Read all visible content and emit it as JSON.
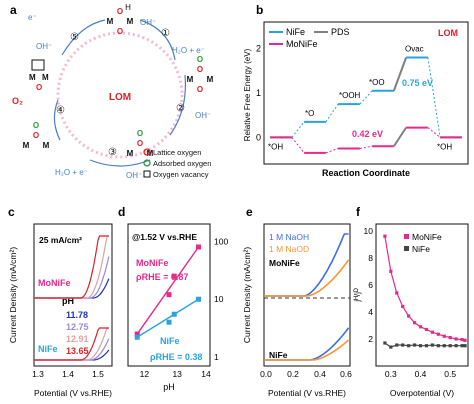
{
  "colors": {
    "nife": "#29a3e0",
    "monife": "#e6298a",
    "pds": "#808080",
    "lom_red": "#e01f26",
    "pink_zone": "#f4b9d3",
    "orange": "#f5962f",
    "blue": "#3b6fe6",
    "ph_1178": "#1f2fbf",
    "ph_1275": "#9b8ad6",
    "ph_1291": "#e0a0a0",
    "ph_1365": "#e01f26"
  },
  "panel_a": {
    "label": "a",
    "center": "LOM",
    "steps": [
      "①",
      "②",
      "③",
      "④",
      "⑤"
    ],
    "species": {
      "oh": "OH⁻",
      "e": "e⁻",
      "h2o_e": "H₂O + e⁻",
      "o2": "O₂"
    },
    "legend": {
      "lattice": "Lattice oxygen",
      "adsorbed": "Adsorbed oxygen",
      "vacancy": "Oxygen vacancy"
    }
  },
  "panel_b": {
    "label": "b",
    "ylabel": "Relative Free Energy (eV)",
    "xlabel": "Reaction Coordinate",
    "legend": {
      "nife": "NiFe",
      "pds": "PDS",
      "monife": "MoNiFe",
      "lom": "LOM"
    },
    "states": [
      "*OH",
      "*O",
      "*OOH",
      "*OO",
      "Ovac",
      "*OH"
    ],
    "annotations": {
      "nife_pds": "0.75 eV",
      "monife_pds": "0.42 eV"
    },
    "yticks": [
      "0",
      "1",
      "2"
    ]
  },
  "panel_c": {
    "label": "c",
    "title": "25 mA/cm²",
    "xlabel": "Potential (V vs.RHE)",
    "ylabel": "Current Density (mA/cm²)",
    "xticks": [
      "1.3",
      "1.4",
      "1.5"
    ],
    "monife": "MoNiFe",
    "nife": "NiFe",
    "ph_label": "pH",
    "ph_values": [
      "11.78",
      "12.75",
      "12.91",
      "13.65"
    ]
  },
  "panel_d": {
    "label": "d",
    "title": "@1.52 V vs.RHE",
    "xlabel": "pH",
    "xticks": [
      "12",
      "13",
      "14"
    ],
    "yticks": [
      "1",
      "10",
      "100"
    ],
    "monife_label": "MoNiFe",
    "monife_rho": "ρRHE = 0.87",
    "nife_label": "NiFe",
    "nife_rho": "ρRHE = 0.38"
  },
  "panel_e": {
    "label": "e",
    "xlabel": "Potential (V vs.RHE)",
    "ylabel": "Current Density (mA/cm²)",
    "xticks": [
      "0.0",
      "0.2",
      "0.4",
      "0.6"
    ],
    "legend": {
      "naoh": "1 M NaOH",
      "naod": "1 M NaOD"
    },
    "top_label": "MoNiFe",
    "bottom_label": "NiFe"
  },
  "panel_f": {
    "label": "f",
    "xlabel": "Overpotential (V)",
    "ylabel": "jᴴ/jᴰ",
    "xticks": [
      "0.3",
      "0.4",
      "0.5"
    ],
    "yticks": [
      "2",
      "4",
      "6",
      "8",
      "10"
    ],
    "legend": {
      "monife": "MoNiFe",
      "nife": "NiFe"
    }
  },
  "chart_data": [
    {
      "type": "line",
      "panel": "b",
      "ylabel": "Relative Free Energy (eV)",
      "xlabel": "Reaction Coordinate",
      "categories": [
        "*OH",
        "*O",
        "*OOH",
        "*OO",
        "Ovac",
        "*OH"
      ],
      "series": [
        {
          "name": "NiFe",
          "values": [
            0.0,
            0.35,
            0.75,
            1.05,
            1.8,
            0.0
          ]
        },
        {
          "name": "MoNiFe",
          "values": [
            0.0,
            -0.35,
            -0.25,
            -0.2,
            0.22,
            0.0
          ]
        }
      ],
      "ylim": [
        -0.6,
        2.6
      ]
    },
    {
      "type": "scatter",
      "panel": "d",
      "xlabel": "pH",
      "ylog": true,
      "series": [
        {
          "name": "MoNiFe",
          "x": [
            11.78,
            12.75,
            12.91,
            13.65
          ],
          "values": [
            2.5,
            12,
            25,
            80
          ]
        },
        {
          "name": "NiFe",
          "x": [
            11.78,
            12.75,
            12.91,
            13.65
          ],
          "values": [
            2.2,
            4,
            5.5,
            10
          ]
        }
      ],
      "xlim": [
        11.5,
        14
      ],
      "ylim": [
        0.7,
        200
      ]
    },
    {
      "type": "line",
      "panel": "f",
      "xlabel": "Overpotential (V)",
      "ylabel": "jH/jD",
      "series": [
        {
          "name": "MoNiFe",
          "x": [
            0.28,
            0.3,
            0.32,
            0.34,
            0.36,
            0.38,
            0.4,
            0.42,
            0.44,
            0.46,
            0.48,
            0.5,
            0.52,
            0.54,
            0.55
          ],
          "values": [
            9.6,
            7.0,
            5.4,
            4.4,
            3.7,
            3.2,
            2.9,
            2.7,
            2.5,
            2.35,
            2.2,
            2.1,
            2.0,
            1.95,
            1.9
          ]
        },
        {
          "name": "NiFe",
          "x": [
            0.28,
            0.3,
            0.32,
            0.34,
            0.36,
            0.38,
            0.4,
            0.42,
            0.44,
            0.46,
            0.48,
            0.5,
            0.52,
            0.54,
            0.55
          ],
          "values": [
            1.7,
            1.4,
            1.55,
            1.55,
            1.5,
            1.55,
            1.5,
            1.5,
            1.55,
            1.5,
            1.5,
            1.5,
            1.5,
            1.5,
            1.5
          ]
        }
      ],
      "xlim": [
        0.25,
        0.56
      ],
      "ylim": [
        0,
        10.5
      ]
    }
  ]
}
